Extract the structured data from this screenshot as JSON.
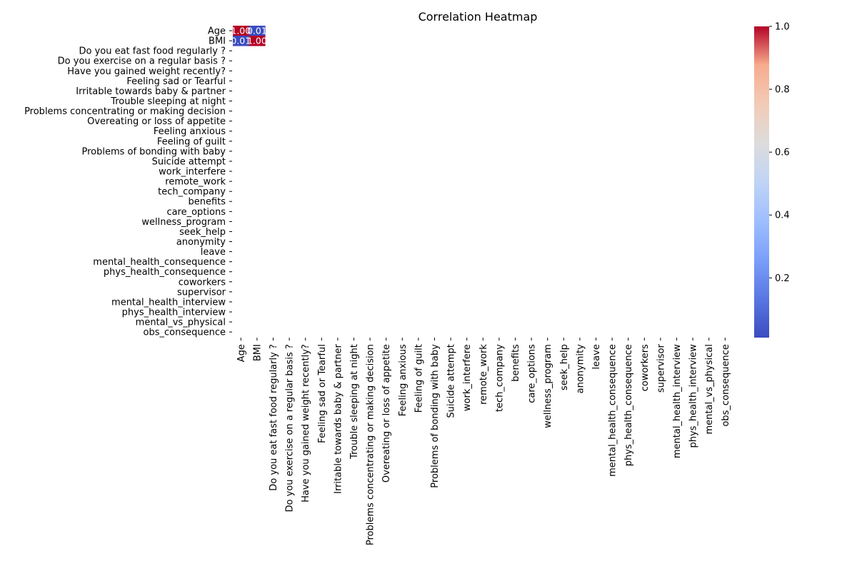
{
  "chart_data": {
    "type": "heatmap",
    "title": "Correlation Heatmap",
    "xlabel": "",
    "ylabel": "",
    "colormap": "coolwarm",
    "colors": {
      "low": "#3b4cc0",
      "mid": "#dddddd",
      "high": "#b40426"
    },
    "color_range": [
      0.01,
      1.0
    ],
    "colorbar_ticks": [
      "0.2",
      "0.4",
      "0.6",
      "0.8",
      "1.0"
    ],
    "colorbar_tick_values": [
      0.2,
      0.4,
      0.6,
      0.8,
      1.0
    ],
    "legend": "right",
    "grid": false,
    "labels": [
      "Age",
      "BMI",
      "Do you eat fast food regularly ?",
      "Do you exercise on a regular basis ?",
      "Have you gained weight recently?",
      "Feeling sad or Tearful",
      "Irritable towards baby & partner",
      "Trouble sleeping at night",
      "Problems concentrating or making decision",
      "Overeating or loss of appetite",
      "Feeling anxious",
      "Feeling of guilt",
      "Problems of bonding with baby",
      "Suicide attempt",
      "work_interfere",
      "remote_work",
      "tech_company",
      "benefits",
      "care_options",
      "wellness_program",
      "seek_help",
      "anonymity",
      "leave",
      "mental_health_consequence",
      "phys_health_consequence",
      "coworkers",
      "supervisor",
      "mental_health_interview",
      "phys_health_interview",
      "mental_vs_physical",
      "obs_consequence"
    ],
    "cells": [
      {
        "row": 0,
        "col": 0,
        "value": 1.0,
        "label": "1.00"
      },
      {
        "row": 0,
        "col": 1,
        "value": 0.01,
        "label": "0.01"
      },
      {
        "row": 1,
        "col": 0,
        "value": 0.01,
        "label": "0.01"
      },
      {
        "row": 1,
        "col": 1,
        "value": 1.0,
        "label": "1.00"
      }
    ]
  }
}
